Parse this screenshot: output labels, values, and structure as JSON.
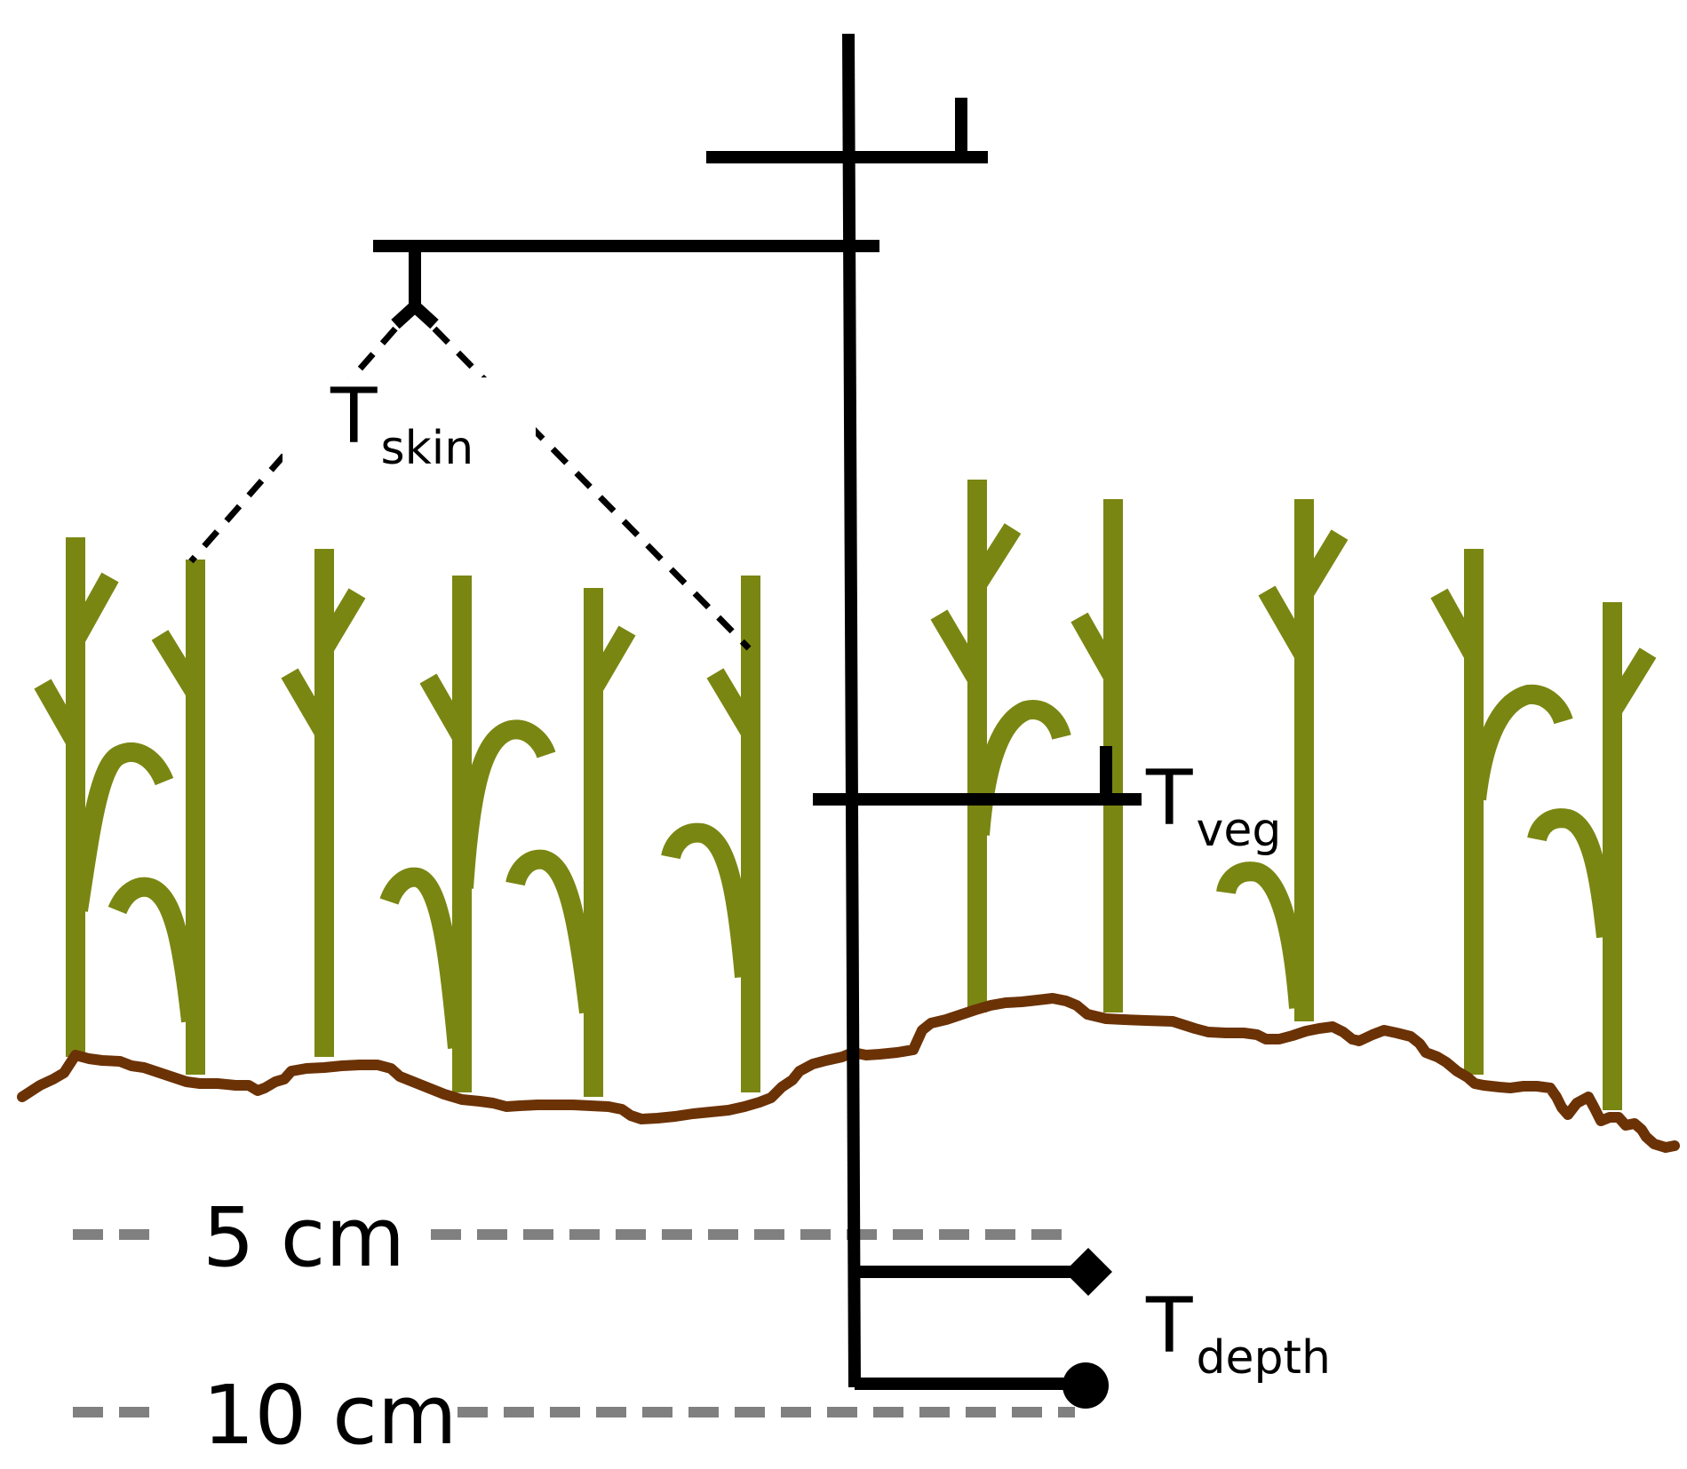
{
  "labels": {
    "t_skin": {
      "main": "T",
      "sub": "skin"
    },
    "t_veg": {
      "main": "T",
      "sub": "veg"
    },
    "t_depth": {
      "main": "T",
      "sub": "depth"
    }
  },
  "depth_markers": [
    "5 cm",
    "10 cm"
  ],
  "colors": {
    "vegetation": "#7a8612",
    "soil_line": "#6b3206",
    "instrument": "#000000",
    "depth_dash": "#808080",
    "skin_view_dash": "#000000"
  },
  "icons": {
    "skin_sensor": "infrared-radiometer-icon",
    "veg_sensor": "thermocouple-icon",
    "soil_sensor_5cm": "diamond-probe-icon",
    "soil_sensor_10cm": "circle-probe-icon"
  }
}
